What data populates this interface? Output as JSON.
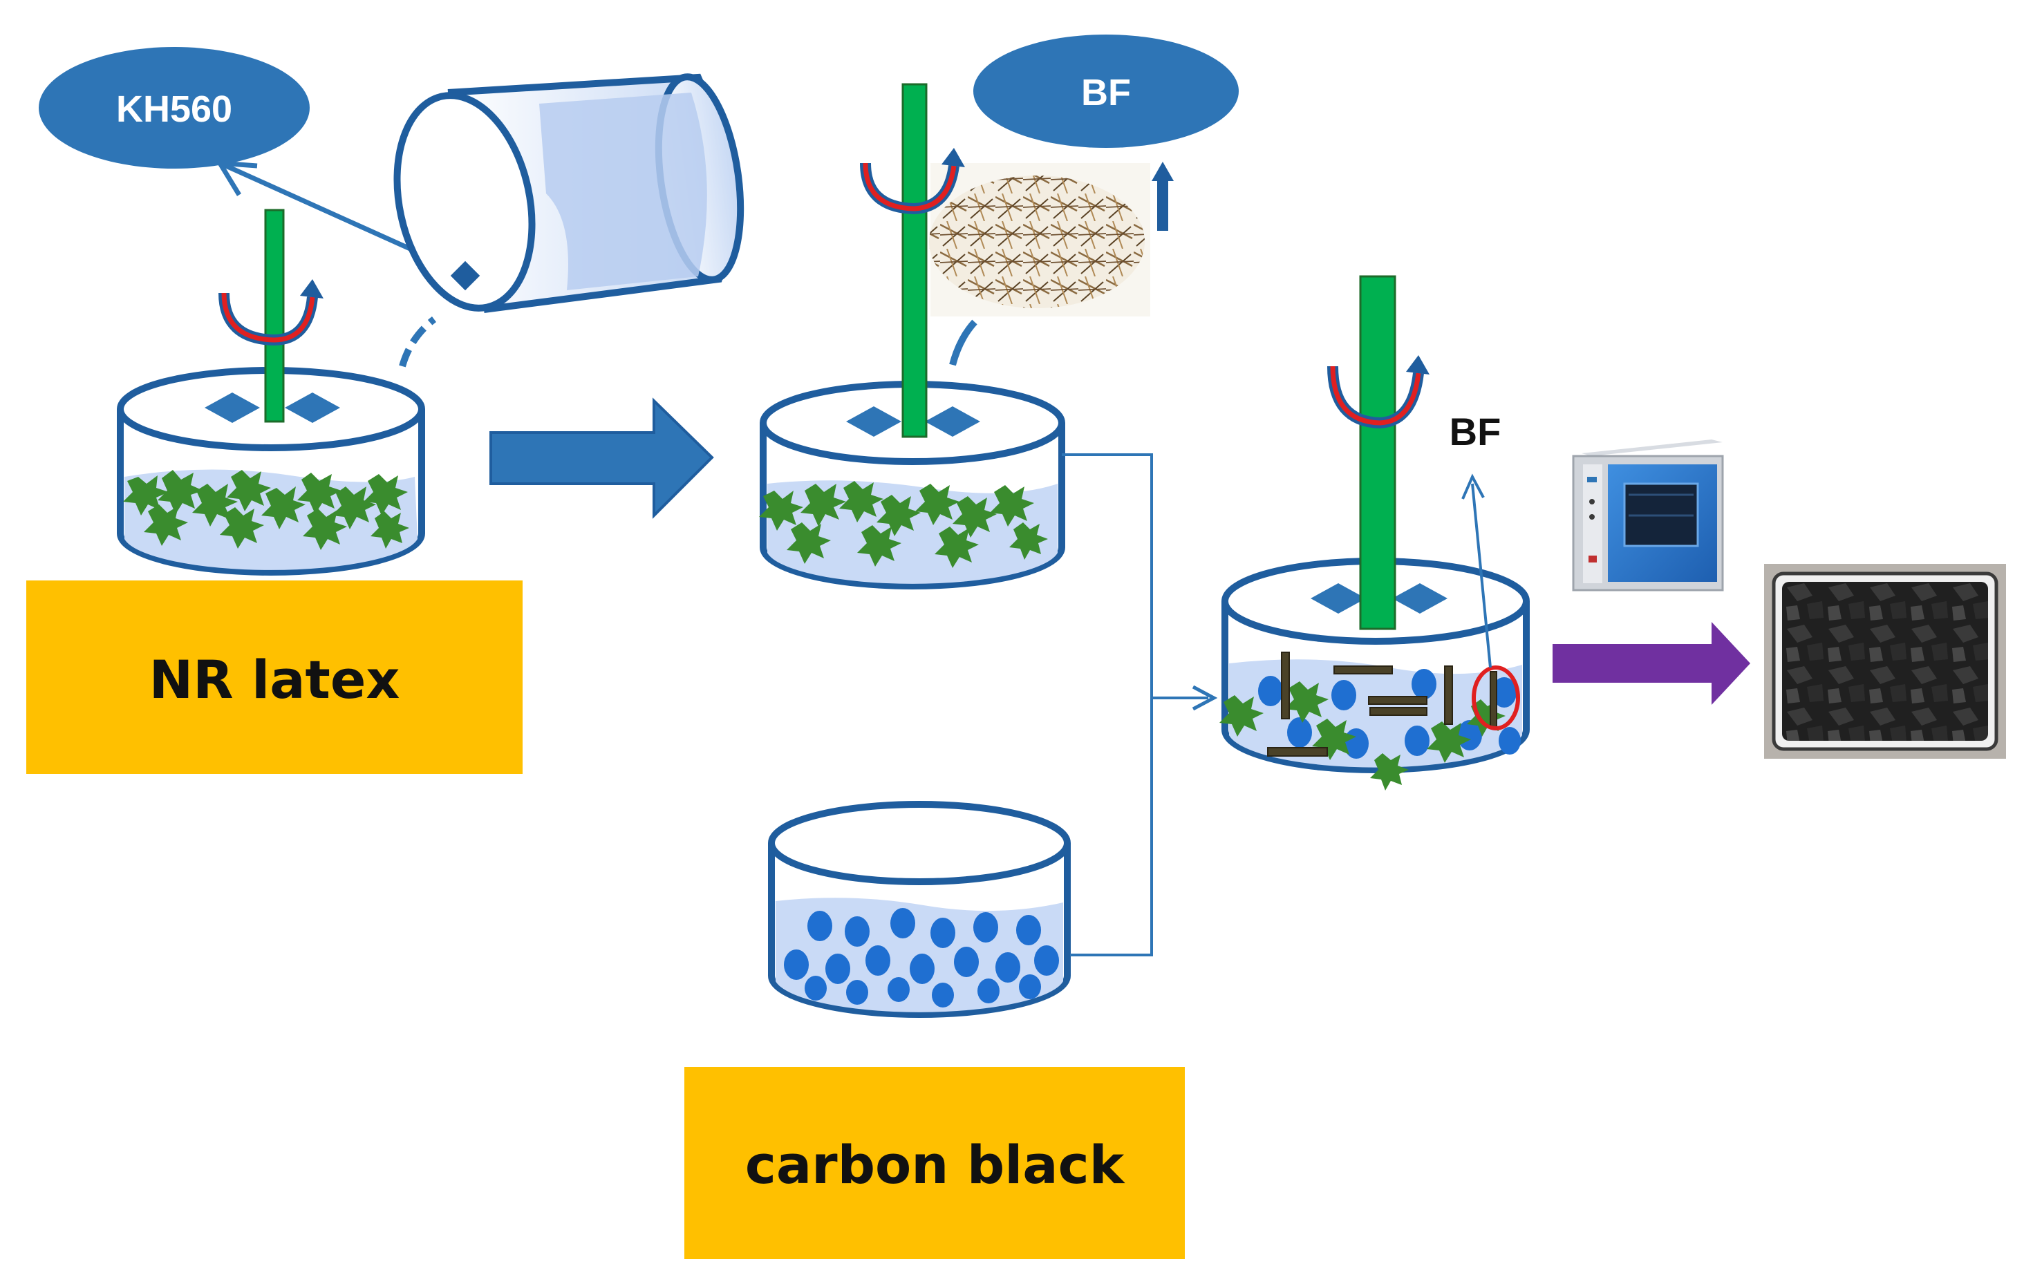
{
  "labels": {
    "additive_oval": "KH560",
    "fiber_oval": "BF",
    "fiber_label": "BF",
    "latex_box": "NR latex",
    "filler_box": "carbon black"
  },
  "colors": {
    "oval_fill": "#2e75b6",
    "label_box_fill": "#ffc000",
    "stirrer_green": "#00b050",
    "vessel_outline": "#1f5d9e",
    "liquid_fill": "#c9daf6",
    "latex_particles": "#3a8c2e",
    "carbon_black_particles": "#1f6fd1",
    "flow_arrow_blue": "#2e75b6",
    "flow_arrow_purple": "#7030a0",
    "rotation_red": "#e02020",
    "fiber_rod": "#4a4228"
  },
  "icons": {
    "stirrer": "stirrer-icon",
    "rotation": "rotation-arrow-icon",
    "beaker": "beaker-icon",
    "oven": "drying-oven-icon",
    "fiber_photo": "basalt-fiber-photo",
    "product_photo": "composite-product-photo"
  }
}
